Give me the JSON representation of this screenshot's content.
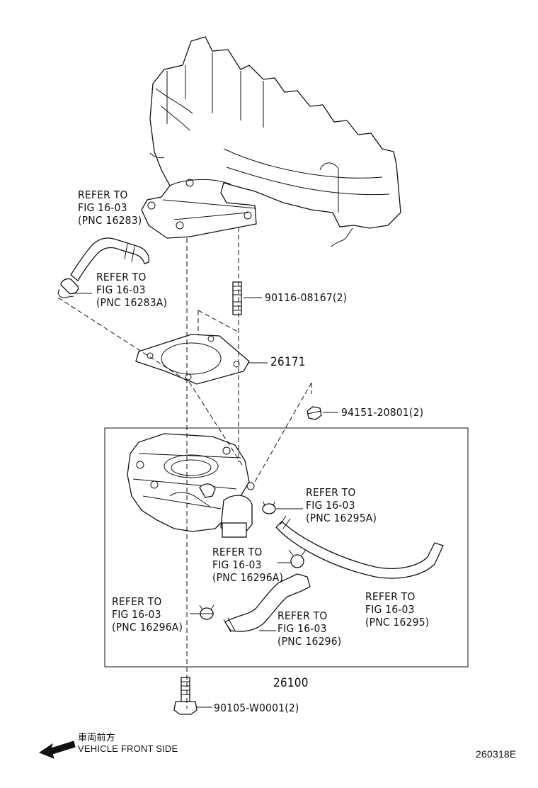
{
  "callouts": {
    "refer_16283": [
      "REFER TO",
      "FIG 16-03",
      "(PNC 16283)"
    ],
    "refer_16283a": [
      "REFER TO",
      "FIG 16-03",
      "(PNC 16283A)"
    ],
    "stud": "90116-08167(2)",
    "gasket": "26171",
    "nut": "94151-20801(2)",
    "refer_16295a": [
      "REFER TO",
      "FIG 16-03",
      "(PNC 16295A)"
    ],
    "refer_16296a_upper": [
      "REFER TO",
      "FIG 16-03",
      "(PNC 16296A)"
    ],
    "refer_16296a_lower": [
      "REFER TO",
      "FIG 16-03",
      "(PNC 16296A)"
    ],
    "refer_16296": [
      "REFER TO",
      "FIG 16-03",
      "(PNC 16296)"
    ],
    "refer_16295": [
      "REFER TO",
      "FIG 16-03",
      "(PNC 16295)"
    ],
    "assembly": "26100",
    "bolt": "90105-W0001(2)"
  },
  "direction": {
    "japanese": "車両前方",
    "english": "VEHICLE FRONT SIDE",
    "icon": "arrow-left-icon"
  },
  "figure_code": "260318E"
}
